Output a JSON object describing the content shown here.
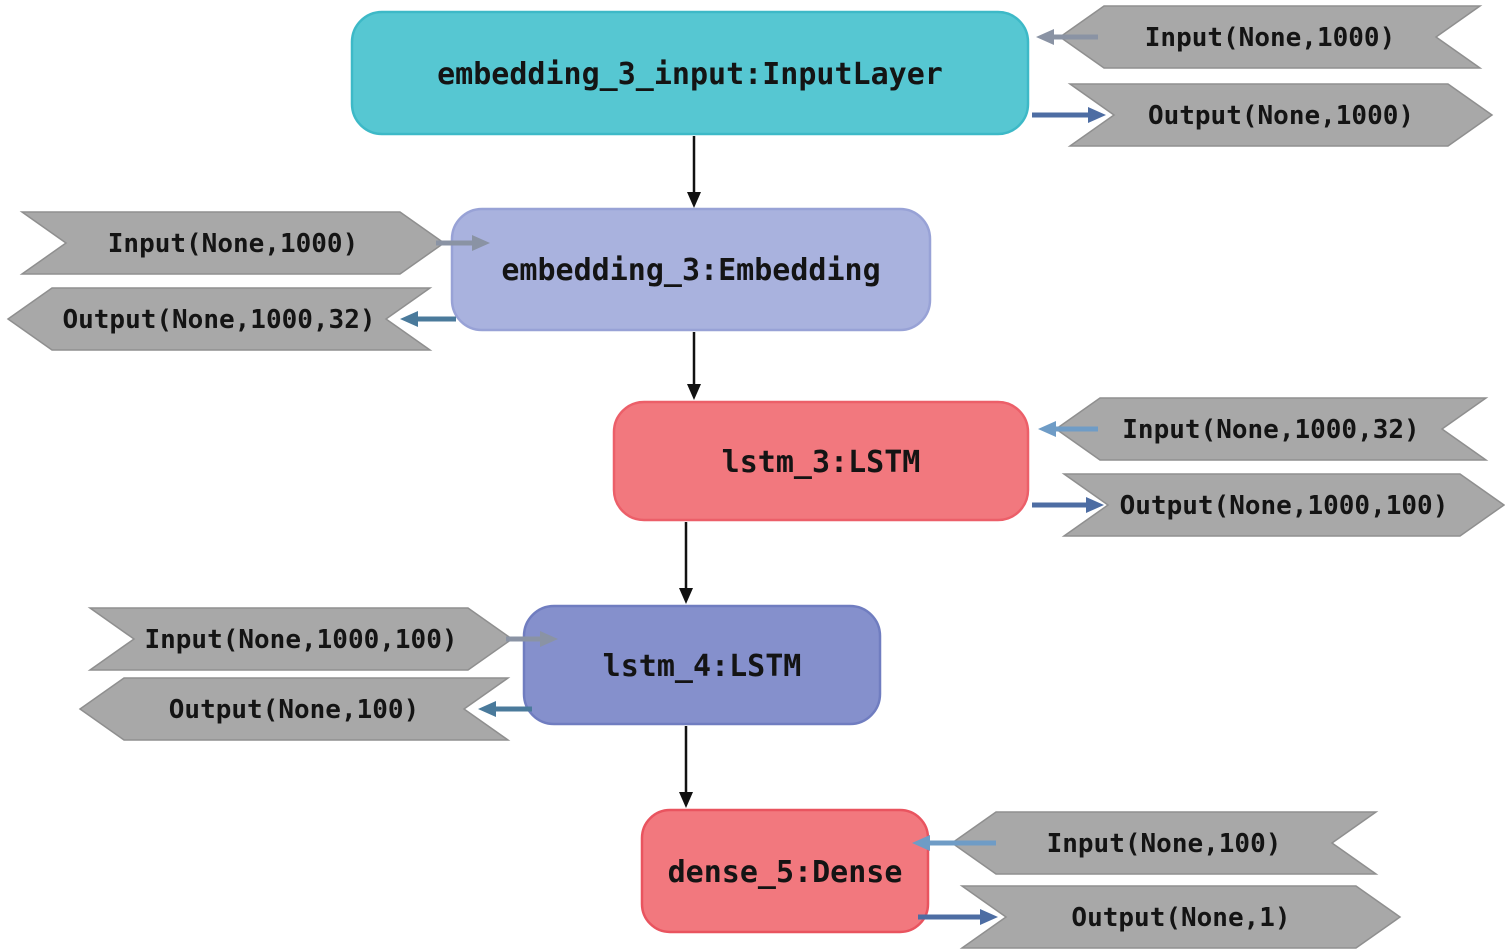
{
  "layers": [
    {
      "name": "embedding_3_input",
      "label": "embedding_3_input:InputLayer",
      "type": "InputLayer",
      "color": "#56c7d2",
      "tag_side": "right",
      "input_tag": "Input(None,1000)",
      "output_tag": "Output(None,1000)"
    },
    {
      "name": "embedding_3",
      "label": "embedding_3:Embedding",
      "type": "Embedding",
      "color": "#a9b2de",
      "tag_side": "left",
      "input_tag": "Input(None,1000)",
      "output_tag": "Output(None,1000,32)"
    },
    {
      "name": "lstm_3",
      "label": "lstm_3:LSTM",
      "type": "LSTM",
      "color": "#f2787e",
      "tag_side": "right",
      "input_tag": "Input(None,1000,32)",
      "output_tag": "Output(None,1000,100)"
    },
    {
      "name": "lstm_4",
      "label": "lstm_4:LSTM",
      "type": "LSTM",
      "color": "#8590cc",
      "tag_side": "left",
      "input_tag": "Input(None,1000,100)",
      "output_tag": "Output(None,100)"
    },
    {
      "name": "dense_5",
      "label": "dense_5:Dense",
      "type": "Dense",
      "color": "#f2787e",
      "tag_side": "right",
      "input_tag": "Input(None,100)",
      "output_tag": "Output(None,1)"
    }
  ],
  "colors": {
    "tag_fill": "#a8a8a8",
    "input_arrow_gray": "#8a93a4",
    "input_arrow_blue": "#6f9cc6",
    "output_arrow_steel": "#4d6da3",
    "output_arrow_teal": "#4a7a9b",
    "flow_arrow": "#111111"
  }
}
